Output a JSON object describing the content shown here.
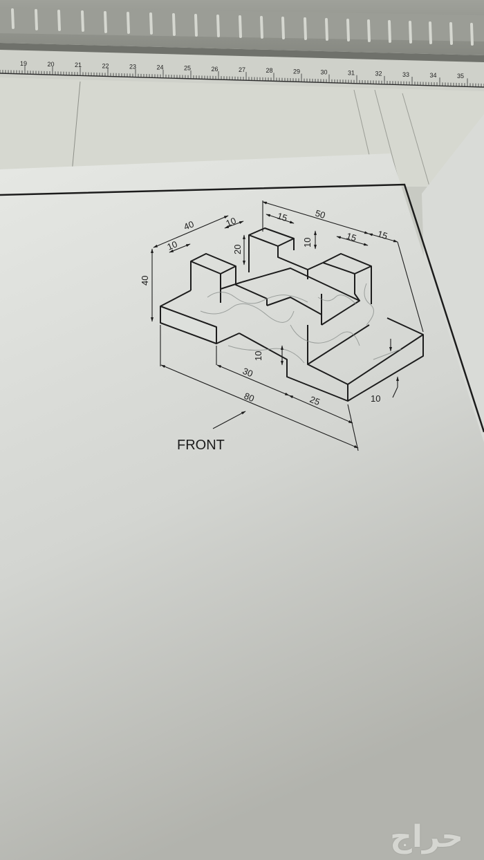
{
  "scene": {
    "description": "Photo of an isometric technical drawing on paper placed on a drafting board with a ruler",
    "colors": {
      "board_rail": "#8f918a",
      "ruler": "#c9cbc4",
      "board": "#d4d6cf",
      "paper": "#e3e5e1",
      "ink": "#1c1c1c",
      "pencil": "#8a8f8c"
    }
  },
  "ruler": {
    "tick_labels": [
      "19",
      "20",
      "21",
      "22",
      "23",
      "24",
      "25",
      "26",
      "27",
      "28",
      "29",
      "30",
      "31",
      "32",
      "33",
      "34",
      "35"
    ]
  },
  "drawing": {
    "view_label": "FRONT",
    "dimensions": {
      "overall_height": "40",
      "top_depth": "40",
      "left_upright_width": "10",
      "slot_width": "10",
      "upright_height": "20",
      "top_notch_15": "15",
      "top_span_50": "50",
      "notch_depth": "10",
      "right_notch_15": "15",
      "right_offset_15": "15",
      "groove_depth": "10",
      "base_length_30": "30",
      "overall_length": "80",
      "right_length_25": "25",
      "base_thickness": "10"
    }
  },
  "watermark": {
    "text": "حراج"
  }
}
